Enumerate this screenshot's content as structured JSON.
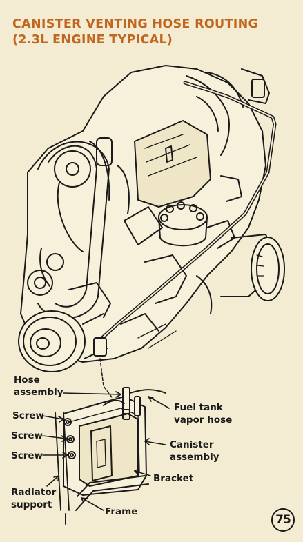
{
  "title": {
    "line1": "CANISTER VENTING HOSE ROUTING",
    "line2": "(2.3L ENGINE TYPICAL)"
  },
  "labels": {
    "hose_assembly": [
      "Hose",
      "assembly"
    ],
    "screw_1": "Screw",
    "screw_2": "Screw",
    "screw_3": "Screw",
    "radiator_support": [
      "Radiator",
      "support"
    ],
    "fuel_tank_vapor_hose": [
      "Fuel tank",
      "vapor hose"
    ],
    "canister_assembly": [
      "Canister",
      "assembly"
    ],
    "bracket": "Bracket",
    "frame": "Frame"
  },
  "page_number": "75",
  "colors": {
    "background": "#f4ecd2",
    "title": "#c0661f",
    "ink": "#1a1a1a"
  }
}
